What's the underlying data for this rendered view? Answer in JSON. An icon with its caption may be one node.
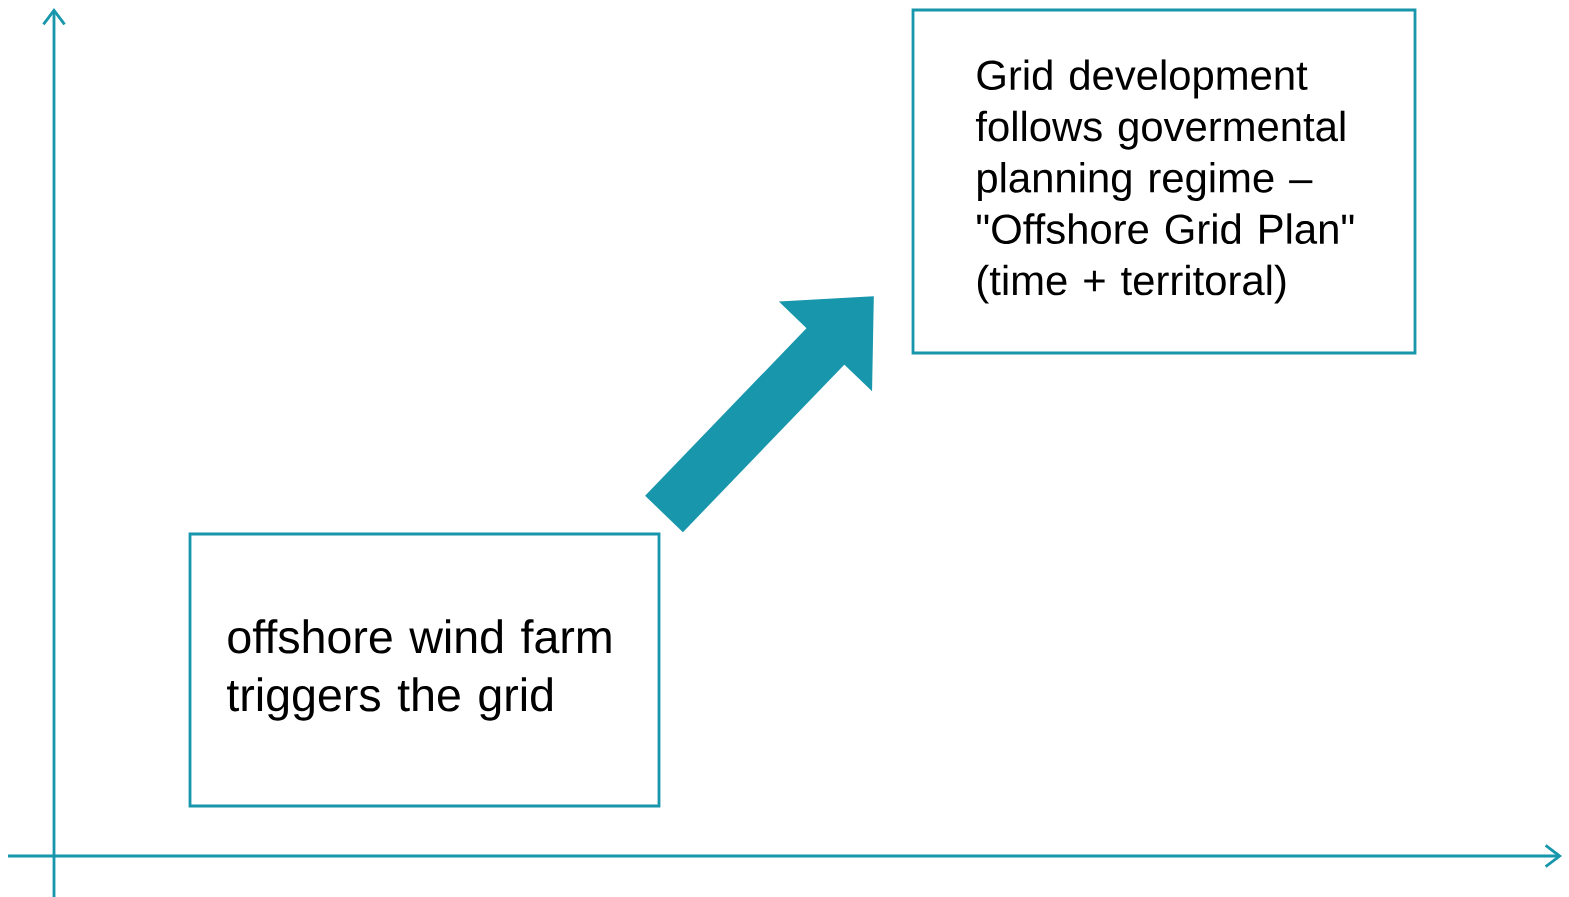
{
  "diagram": {
    "nodes": [
      {
        "text": [
          "offshore wind farm triggers the grid"
        ]
      },
      {
        "text": [
          "Grid development follows govermental planning regime – \"Offshore Grid Plan\" (time + territoral)"
        ]
      }
    ],
    "edges": [
      {
        "from": 0,
        "to": 1,
        "arrow": "to"
      }
    ]
  }
}
